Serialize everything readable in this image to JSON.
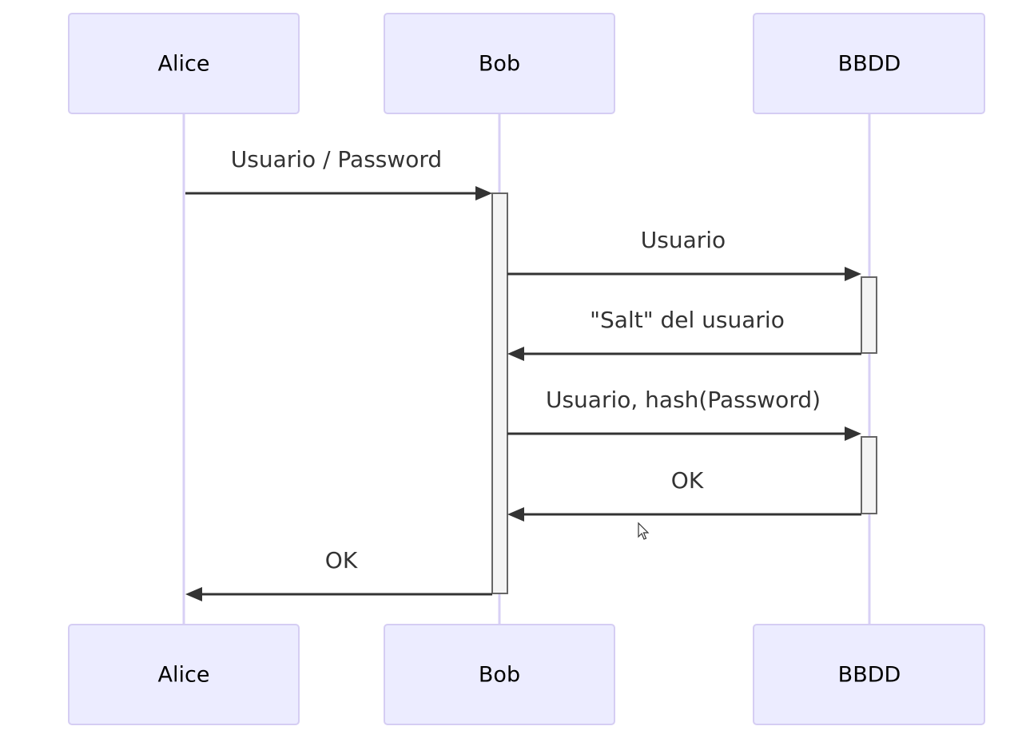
{
  "participants": [
    {
      "id": "alice",
      "label": "Alice"
    },
    {
      "id": "bob",
      "label": "Bob"
    },
    {
      "id": "bbdd",
      "label": "BBDD"
    }
  ],
  "messages": [
    {
      "from": "alice",
      "to": "bob",
      "label": "Usuario / Password"
    },
    {
      "from": "bob",
      "to": "bbdd",
      "label": "Usuario"
    },
    {
      "from": "bbdd",
      "to": "bob",
      "label": "\"Salt\" del usuario"
    },
    {
      "from": "bob",
      "to": "bbdd",
      "label": "Usuario, hash(Password)"
    },
    {
      "from": "bbdd",
      "to": "bob",
      "label": "OK"
    },
    {
      "from": "bob",
      "to": "alice",
      "label": "OK"
    }
  ],
  "colors": {
    "actor_fill": "#ececff",
    "actor_border": "#d5cdf3",
    "lifeline": "#d8d0f5",
    "activation_fill": "#f4f4f4",
    "activation_border": "#666666",
    "message": "#333333"
  }
}
